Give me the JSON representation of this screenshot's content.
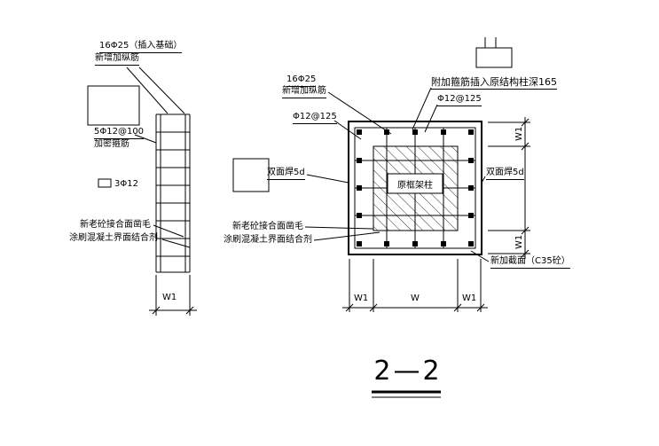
{
  "colors": {
    "ink": "#000000",
    "background": "#ffffff"
  },
  "section_title": "2—2",
  "elevation": {
    "top_note_line1": "16Φ25（插入基础）",
    "top_note_line2": "新增加纵筋",
    "stirrup_note_line1": "5Φ12@100",
    "stirrup_note_line2": "加密箍筋",
    "bar_note": "3Φ12",
    "interface_note_line1": "新老砼接合面凿毛",
    "interface_note_line2": "涂刷混凝土界面结合剂",
    "dim_width": "W1"
  },
  "plan": {
    "rebar_note_line1": "16Φ25",
    "rebar_note_line2": "新增加纵筋",
    "added_hoop_note": "附加箍筋插入原结构柱深165",
    "hoop_spacing_top_right": "Φ12@125",
    "hoop_spacing_left": "Φ12@125",
    "weld_note_left": "双面焊5d",
    "weld_note_right": "双面焊5d",
    "original_column_label": "原框架柱",
    "interface_note_line1": "新老砼接合面凿毛",
    "interface_note_line2": "涂刷混凝土界面结合剂",
    "new_section_note": "新加截面（C35砼）",
    "dim_bottom_left": "W1",
    "dim_bottom_middle": "W",
    "dim_bottom_right": "W1",
    "dim_right_top": "W1",
    "dim_right_bottom": "W1"
  }
}
